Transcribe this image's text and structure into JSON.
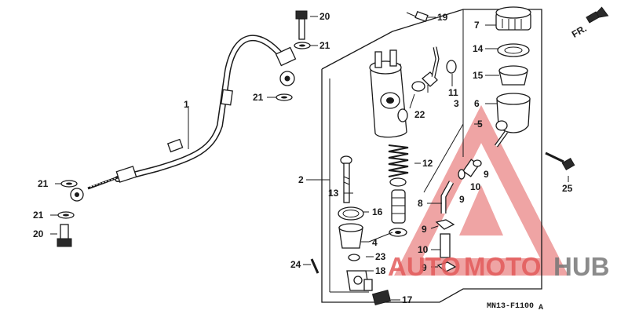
{
  "diagram": {
    "direction_label": "FR.",
    "drawing_code": "MN13-F1100",
    "drawing_code_suffix": "A",
    "watermark": {
      "word_a": "AUTO",
      "word_b": "MOTO",
      "word_c": "HUB",
      "color_red": "#e35b5b",
      "color_gray": "#777777"
    },
    "callouts": {
      "c1": "1",
      "c2": "2",
      "c3": "3",
      "c4": "4",
      "c5": "5",
      "c6": "6",
      "c7": "7",
      "c8": "8",
      "c9a": "9",
      "c9b": "9",
      "c9c": "9",
      "c9d": "9",
      "c10a": "10",
      "c10b": "10",
      "c11": "11",
      "c12": "12",
      "c13": "13",
      "c14": "14",
      "c15": "15",
      "c16": "16",
      "c17": "17",
      "c18": "18",
      "c19": "19",
      "c20a": "20",
      "c20b": "20",
      "c21a": "21",
      "c21b": "21",
      "c21c": "21",
      "c21d": "21",
      "c22": "22",
      "c23": "23",
      "c24": "24",
      "c25": "25"
    }
  }
}
